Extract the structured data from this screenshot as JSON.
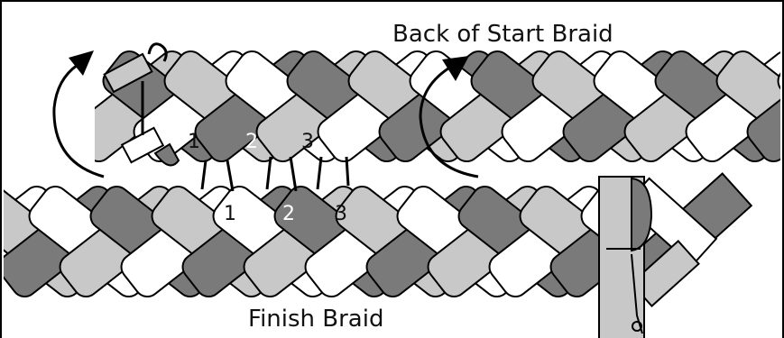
{
  "labels": {
    "top_title": "Back of Start Braid",
    "bottom_title": "Finish Braid"
  },
  "start_braid_numbers": [
    "1",
    "2",
    "3"
  ],
  "finish_braid_numbers": [
    "1",
    "2",
    "3"
  ],
  "colors": {
    "white_strand": "#ffffff",
    "light_strand": "#c8c8c8",
    "dark_strand": "#7a7a7a",
    "outline": "#000000"
  },
  "icons": {
    "rotate_arrow_left": "curved-arrow-icon",
    "rotate_arrow_right": "curved-arrow-icon",
    "needle": "needle-icon",
    "clamp": "clamp-icon"
  }
}
